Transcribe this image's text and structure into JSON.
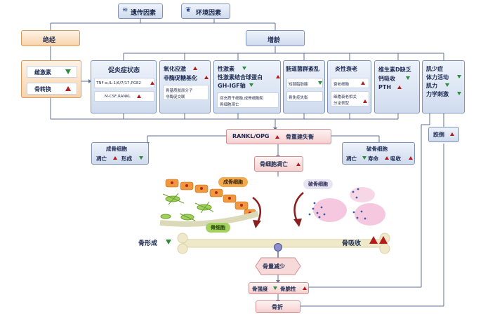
{
  "top": {
    "genetic": {
      "label": "遗传因素",
      "icon": "dna-icon"
    },
    "environment": {
      "label": "环境因素",
      "icon": "leaf-icon"
    }
  },
  "menopause": {
    "label": "绝经",
    "estrogen": "雌激素",
    "bone_turnover": "骨转换"
  },
  "aging": {
    "label": "增龄"
  },
  "categories": [
    {
      "title": "促炎症状态",
      "items": [
        "TNF-α,IL-1/6/7/17,PGE2",
        "M-CSF,RANKL"
      ]
    },
    {
      "title": "氧化应激",
      "title2": "非酶促糖基化",
      "items": [
        "骨基质胶原分子",
        "非酶促交联"
      ]
    },
    {
      "title": "性激素",
      "title2": "性激素结合球蛋白",
      "title3": "GH-IGF轴",
      "items": [
        "间充质干细胞,成骨细胞和",
        "骨细胞凋亡"
      ]
    },
    {
      "title": "肠道菌群紊乱",
      "items": [
        "短链脂肪酸",
        "骨免疫失衡"
      ]
    },
    {
      "title": "炎性衰老",
      "items": [
        "衰老细胞",
        "细胞衰老相关",
        "分泌表型"
      ]
    },
    {
      "title": "维生素D缺乏",
      "title2": "钙吸收",
      "title3": "PTH"
    },
    {
      "title": "肌少症",
      "title2": "体力活动",
      "title3": "肌力",
      "title4": "力学刺激"
    }
  ],
  "rankl": {
    "label": "RANKL/OPG",
    "imbalance": "骨重建失衡"
  },
  "osteoblast_box": {
    "title": "成骨细胞",
    "apoptosis": "凋亡",
    "formation": "形成"
  },
  "osteoclast_box": {
    "title": "破骨细胞",
    "apoptosis": "凋亡",
    "lifespan": "寿命",
    "resorption": "吸收"
  },
  "osteocyte_apoptosis": "骨细胞凋亡",
  "illustration": {
    "osteoblast_tag": "成骨细胞",
    "osteoclast_tag": "破骨细胞",
    "osteocyte_tag": "骨细胞",
    "bone_formation": "骨形成",
    "bone_resorption": "骨吸收"
  },
  "bone_mass": "骨量减少",
  "strength": {
    "label": "骨强度",
    "brittleness": "骨脆性"
  },
  "fall": "跌倒",
  "fracture": "骨折",
  "colors": {
    "up": "#b41c1c",
    "down": "#2e8b3a",
    "line": "#5c6f96"
  }
}
